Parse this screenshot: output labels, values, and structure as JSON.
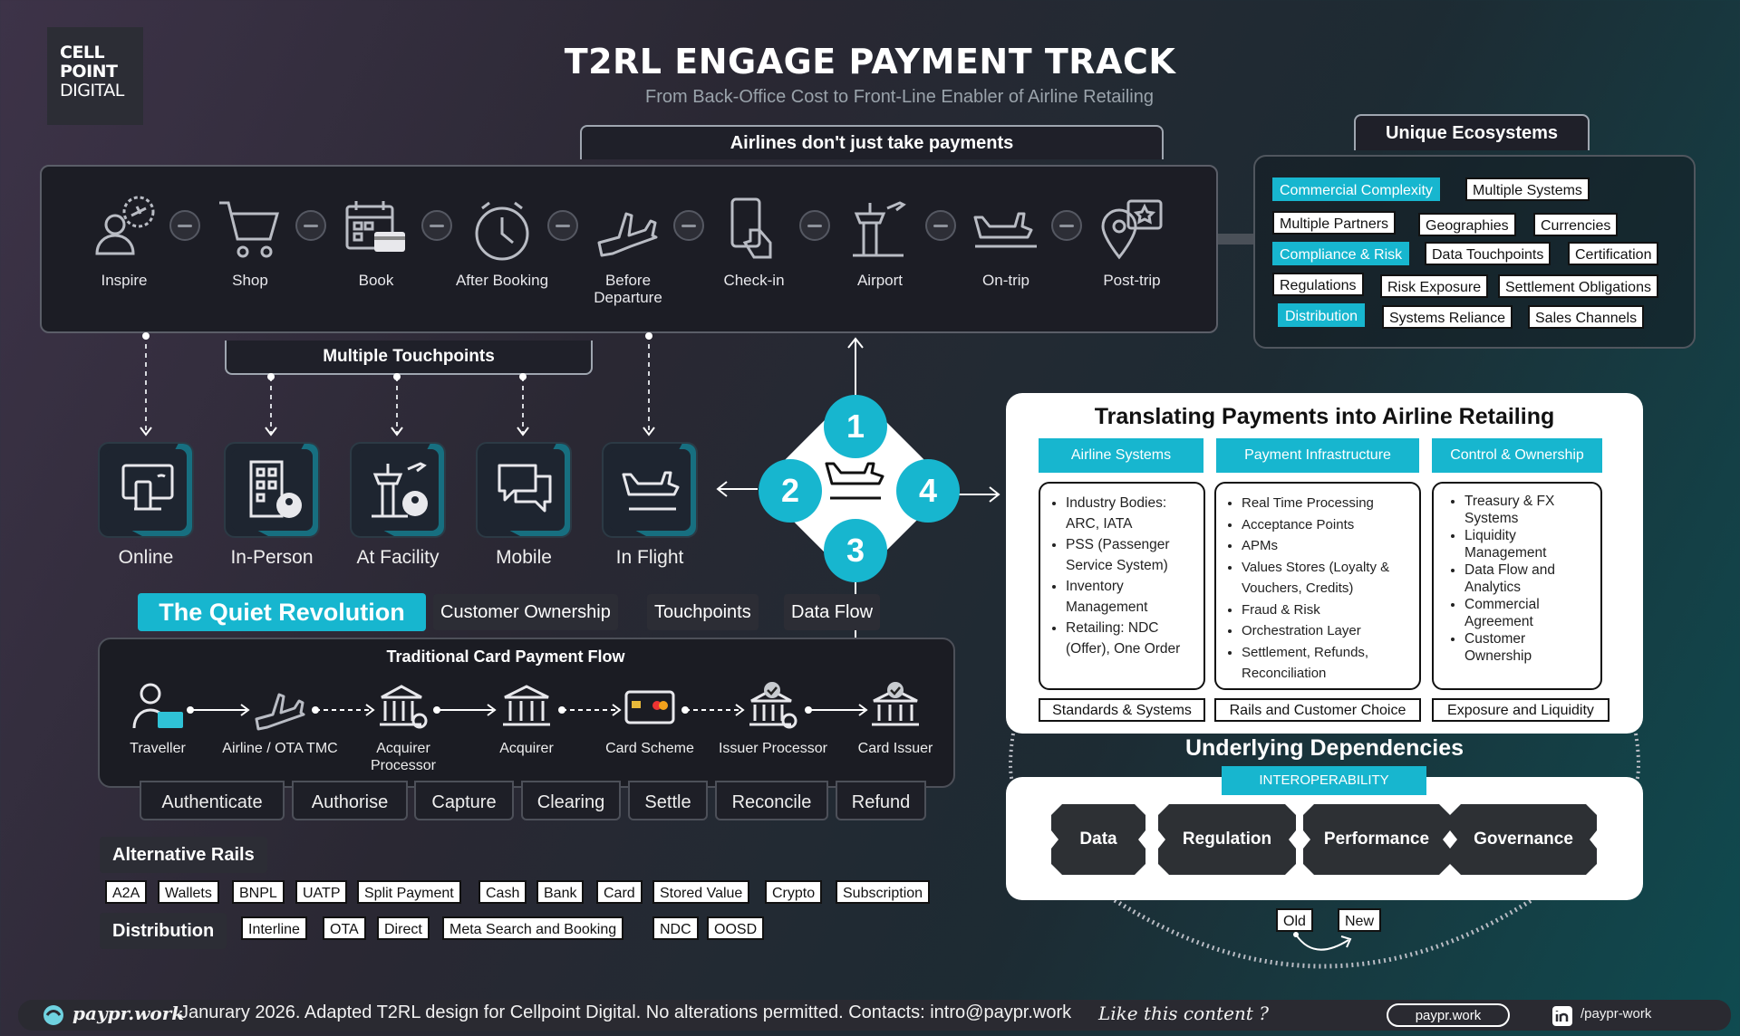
{
  "logo": {
    "line1": "CELL",
    "line2": "POINT",
    "line3": "DIGITAL"
  },
  "header": {
    "title": "T2RL ENGAGE PAYMENT TRACK",
    "subtitle": "From Back-Office Cost to Front-Line Enabler of Airline Retailing"
  },
  "journey": {
    "heading": "Airlines don't just take payments",
    "stages": [
      {
        "label": "Inspire",
        "icon": "person-plane-icon"
      },
      {
        "label": "Shop",
        "icon": "cart-icon"
      },
      {
        "label": "Book",
        "icon": "calendar-card-icon"
      },
      {
        "label": "After Booking",
        "icon": "clock-icon"
      },
      {
        "label": "Before Departure",
        "icon": "plane-icon"
      },
      {
        "label": "Check-in",
        "icon": "phone-tap-icon"
      },
      {
        "label": "Airport",
        "icon": "control-tower-icon"
      },
      {
        "label": "On-trip",
        "icon": "plane-landing-icon"
      },
      {
        "label": "Post-trip",
        "icon": "map-pin-star-icon"
      }
    ]
  },
  "ecosystems": {
    "heading": "Unique Ecosystems",
    "rows": [
      [
        "Commercial Complexity",
        "Multiple Systems"
      ],
      [
        "Multiple Partners",
        "Geographies",
        "Currencies"
      ],
      [
        "Compliance & Risk",
        "Data Touchpoints",
        "Certification"
      ],
      [
        "Regulations",
        "Risk Exposure",
        "Settlement Obligations"
      ],
      [
        "Distribution",
        "Systems Reliance",
        "Sales Channels"
      ]
    ]
  },
  "touchpoints": {
    "heading": "Multiple Touchpoints",
    "items": [
      {
        "label": "Online",
        "icon": "devices-icon"
      },
      {
        "label": "In-Person",
        "icon": "building-agent-icon"
      },
      {
        "label": "At Facility",
        "icon": "tower-agent-icon"
      },
      {
        "label": "Mobile",
        "icon": "chat-bubbles-icon"
      },
      {
        "label": "In Flight",
        "icon": "plane-icon"
      }
    ]
  },
  "wheel": {
    "n1": "1",
    "n2": "2",
    "n3": "3",
    "n4": "4"
  },
  "quiet": {
    "title": "The Quiet Revolution",
    "tags": [
      "Customer Ownership",
      "Touchpoints",
      "Data Flow"
    ]
  },
  "card_flow": {
    "title": "Traditional Card Payment Flow",
    "nodes": [
      {
        "label": "Traveller",
        "icon": "traveller-card-icon"
      },
      {
        "label": "Airline / OTA TMC",
        "icon": "plane-icon"
      },
      {
        "label": "Acquirer Processor",
        "icon": "bank-gear-icon"
      },
      {
        "label": "Acquirer",
        "icon": "bank-icon"
      },
      {
        "label": "Card Scheme",
        "icon": "credit-card-icon"
      },
      {
        "label": "Issuer Processor",
        "icon": "bank-gear-check-icon"
      },
      {
        "label": "Card Issuer",
        "icon": "bank-check-icon"
      }
    ],
    "steps": [
      "Authenticate",
      "Authorise",
      "Capture",
      "Clearing",
      "Settle",
      "Reconcile",
      "Refund"
    ]
  },
  "alt_rails": {
    "label": "Alternative Rails",
    "items": [
      "A2A",
      "Wallets",
      "BNPL",
      "UATP",
      "Split Payment",
      "Cash",
      "Bank",
      "Card",
      "Stored Value",
      "Crypto",
      "Subscription"
    ]
  },
  "distribution": {
    "label": "Distribution",
    "items": [
      "Interline",
      "OTA",
      "Direct",
      "Meta Search and Booking",
      "NDC",
      "OOSD"
    ]
  },
  "retailing": {
    "title": "Translating Payments into Airline Retailing",
    "columns": [
      {
        "head": "Airline Systems",
        "items": [
          "Industry Bodies: ARC, IATA",
          "PSS (Passenger Service System)",
          "Inventory Management",
          "Retailing: NDC (Offer), One Order"
        ],
        "foot": "Standards & Systems"
      },
      {
        "head": "Payment Infrastructure",
        "items": [
          "Real Time Processing",
          "Acceptance Points",
          "APMs",
          "Values Stores (Loyalty & Vouchers, Credits)",
          "Fraud & Risk",
          "Orchestration Layer",
          "Settlement, Refunds, Reconciliation"
        ],
        "foot": "Rails and Customer Choice"
      },
      {
        "head": "Control & Ownership",
        "items": [
          "Treasury & FX Systems",
          "Liquidity Management",
          "Data Flow and Analytics",
          "Commercial Agreement",
          "Customer Ownership"
        ],
        "foot": "Exposure and Liquidity"
      }
    ]
  },
  "dependencies": {
    "title": "Underlying Dependencies",
    "badge": "INTEROPERABILITY",
    "items": [
      "Data",
      "Regulation",
      "Performance",
      "Governance"
    ],
    "old": "Old",
    "new": "New"
  },
  "footer": {
    "brand": "paypr.work",
    "text": "Janurary 2026. Adapted T2RL design for Cellpoint Digital.  No alterations permitted. Contacts:  intro@paypr.work",
    "cta": "Like this content ?",
    "site_button": "paypr.work",
    "linkedin": "/paypr-work"
  },
  "colors": {
    "accent": "#17b6cf",
    "panel": "#1c1d25",
    "white": "#ffffff"
  }
}
